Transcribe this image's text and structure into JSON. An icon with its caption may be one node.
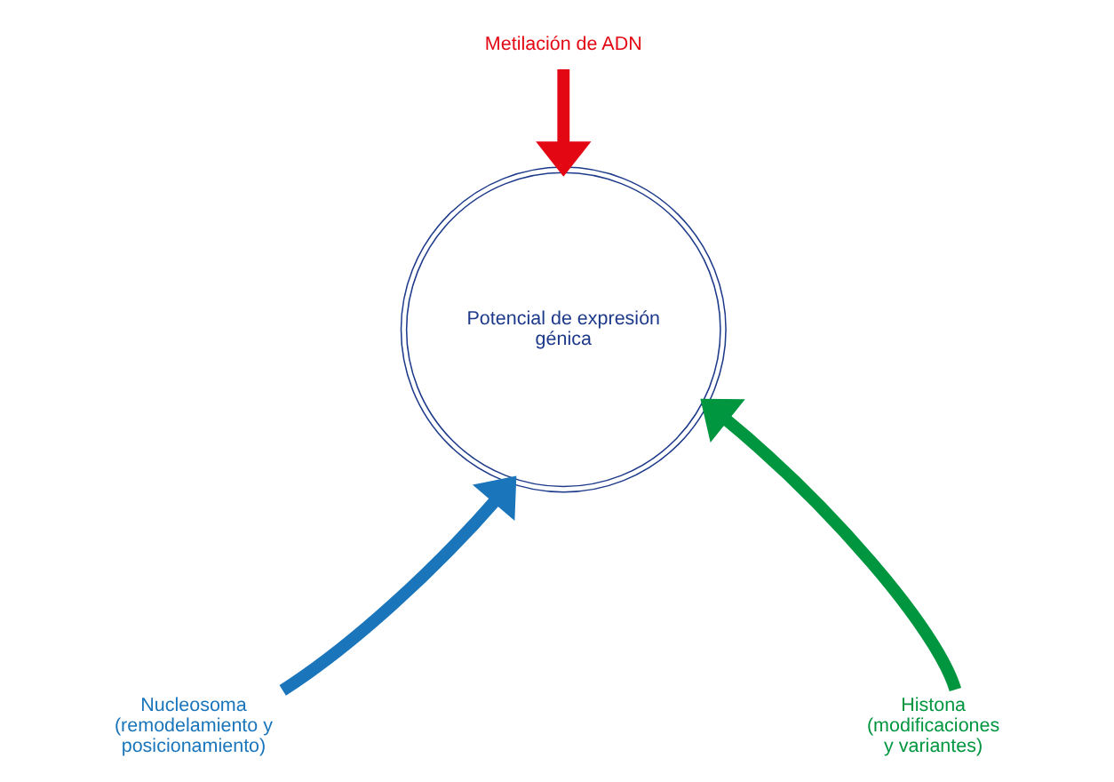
{
  "diagram": {
    "nodes": [
      {
        "text": [
          "Metilación de ADN"
        ]
      },
      {
        "text": [
          "Potencial de expresión génica"
        ]
      },
      {
        "text": [
          "Nucleosoma (remodelamiento y posicionamiento)"
        ]
      },
      {
        "text": [
          "Histona (modificaciones y variantes)"
        ]
      }
    ],
    "edges": [
      {
        "from": 0,
        "to": 1,
        "arrow": "to",
        "color": "#e30613"
      },
      {
        "from": 2,
        "to": 1,
        "arrow": "to",
        "color": "#1a75bb"
      },
      {
        "from": 3,
        "to": 1,
        "arrow": "to",
        "color": "#009640"
      }
    ]
  }
}
